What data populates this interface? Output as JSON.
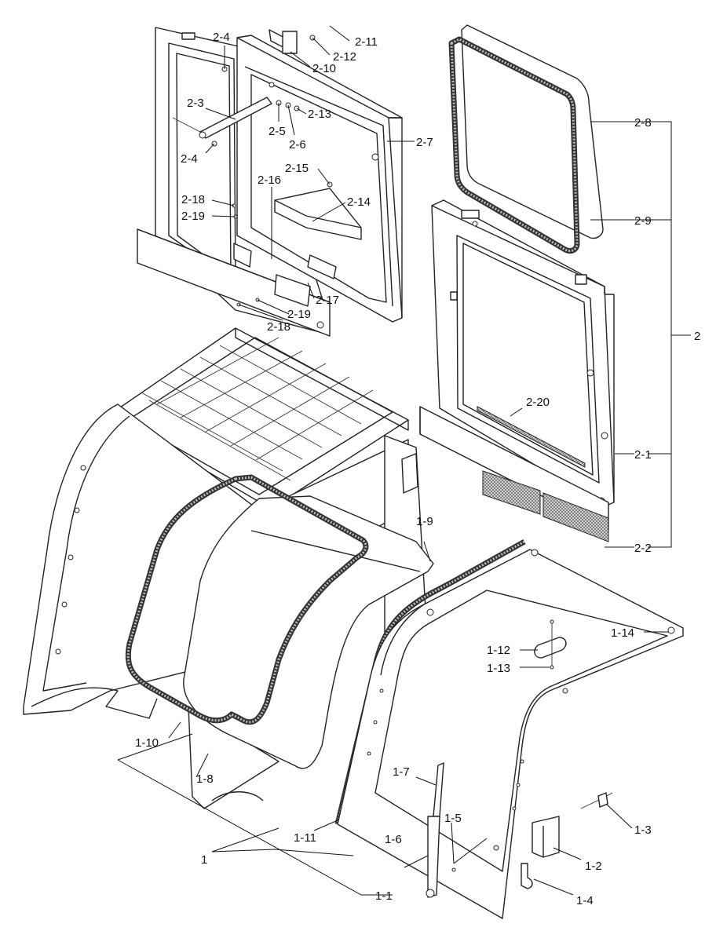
{
  "diagram": {
    "labels": {
      "l_1": "1",
      "l_1_1": "1-1",
      "l_1_2": "1-2",
      "l_1_3": "1-3",
      "l_1_4": "1-4",
      "l_1_5": "1-5",
      "l_1_6": "1-6",
      "l_1_7": "1-7",
      "l_1_8": "1-8",
      "l_1_9": "1-9",
      "l_1_10": "1-10",
      "l_1_11": "1-11",
      "l_1_12": "1-12",
      "l_1_13": "1-13",
      "l_1_14": "1-14",
      "l_2": "2",
      "l_2_1": "2-1",
      "l_2_2": "2-2",
      "l_2_3": "2-3",
      "l_2_4a": "2-4",
      "l_2_4b": "2-4",
      "l_2_5": "2-5",
      "l_2_6": "2-6",
      "l_2_7": "2-7",
      "l_2_8": "2-8",
      "l_2_9": "2-9",
      "l_2_10": "2-10",
      "l_2_11": "2-11",
      "l_2_12": "2-12",
      "l_2_13": "2-13",
      "l_2_14": "2-14",
      "l_2_15": "2-15",
      "l_2_16": "2-16",
      "l_2_17": "2-17",
      "l_2_18a": "2-18",
      "l_2_18b": "2-18",
      "l_2_19a": "2-19",
      "l_2_19b": "2-19",
      "l_2_20": "2-20"
    }
  }
}
